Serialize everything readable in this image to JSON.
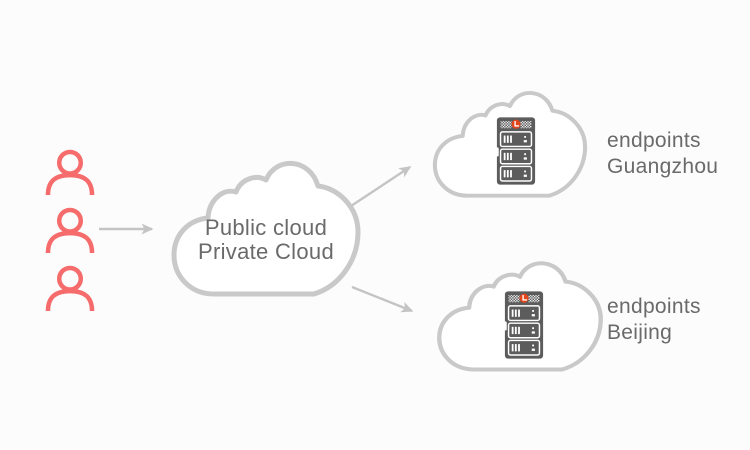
{
  "theme": {
    "bg": "#FCFCFC",
    "cloud_stroke": "#C9C9C9",
    "cloud_fill": "#FFFFFF",
    "arrow": "#C4C4C4",
    "text": "#6A6A6A",
    "user": "#F66B6B",
    "server_body": "#5C5C5C",
    "server_badge": "#E4461C",
    "server_detail": "#FFFFFF"
  },
  "users": {
    "count": 3,
    "icon": "user-icon"
  },
  "hub_cloud": {
    "icon": "cloud-shape",
    "line1": "Public cloud",
    "line2": "Private Cloud"
  },
  "endpoint_clouds": [
    {
      "icon": "cloud-shape",
      "server_icon": "server-rack-icon",
      "line1": "endpoints",
      "line2": "Guangzhou"
    },
    {
      "icon": "cloud-shape",
      "server_icon": "server-rack-icon",
      "line1": "endpoints",
      "line2": "Beijing"
    }
  ],
  "server_icon": {
    "rack_units": 3,
    "badge": "clock-badge"
  },
  "arrows": [
    {
      "name": "users-to-hub"
    },
    {
      "name": "hub-to-guangzhou"
    },
    {
      "name": "hub-to-beijing"
    }
  ]
}
